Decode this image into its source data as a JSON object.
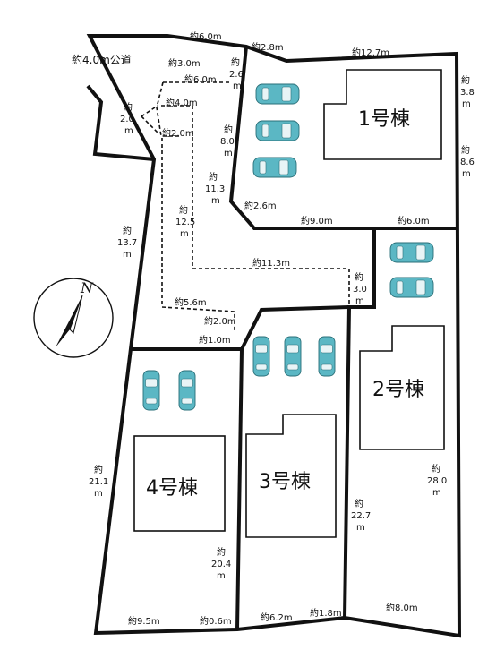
{
  "road_label": "約4.0m公道",
  "houses": {
    "h1": "1号棟",
    "h2": "2号棟",
    "h3": "3号棟",
    "h4": "4号棟"
  },
  "dims": {
    "d_top_6_0": "約6.0m",
    "d_top_2_8": "約2.8m",
    "d_top_12_7": "約12.7m",
    "d_3_0_top": "約3.0m",
    "d_2_6_top_a": "約",
    "d_2_6_top_b": "2.6",
    "d_2_6_top_c": "m",
    "d_6_0_dash": "約6.0m",
    "d_4_0": "約4.0m",
    "d_2_0_dash": "約2.0m",
    "d_2_0_v_a": "約",
    "d_2_0_v_b": "2.0",
    "d_2_0_v_c": "m",
    "d_8_0_a": "約",
    "d_8_0_b": "8.0",
    "d_8_0_c": "m",
    "d_11_3v_a": "約",
    "d_11_3v_b": "11.3",
    "d_11_3v_c": "m",
    "d_12_5_a": "約",
    "d_12_5_b": "12.5",
    "d_12_5_c": "m",
    "d_13_7_a": "約",
    "d_13_7_b": "13.7",
    "d_13_7_c": "m",
    "d_3_8_a": "約",
    "d_3_8_b": "3.8",
    "d_3_8_c": "m",
    "d_8_6_a": "約",
    "d_8_6_b": "8.6",
    "d_8_6_c": "m",
    "d_2_6_b": "約2.6m",
    "d_9_0": "約9.0m",
    "d_6_0_r": "約6.0m",
    "d_11_3h": "約11.3m",
    "d_3_0_r_a": "約",
    "d_3_0_r_b": "3.0",
    "d_3_0_r_c": "m",
    "d_5_6": "約5.6m",
    "d_2_0_h": "約2.0m",
    "d_1_0": "約1.0m",
    "d_21_1_a": "約",
    "d_21_1_b": "21.1",
    "d_21_1_c": "m",
    "d_20_4_a": "約",
    "d_20_4_b": "20.4",
    "d_20_4_c": "m",
    "d_22_7_a": "約",
    "d_22_7_b": "22.7",
    "d_22_7_c": "m",
    "d_28_0_a": "約",
    "d_28_0_b": "28.0",
    "d_28_0_c": "m",
    "d_9_5": "約9.5m",
    "d_0_6": "約0.6m",
    "d_6_2": "約6.2m",
    "d_1_8": "約1.8m",
    "d_8_0_bot": "約8.0m"
  },
  "compass_label": "N"
}
